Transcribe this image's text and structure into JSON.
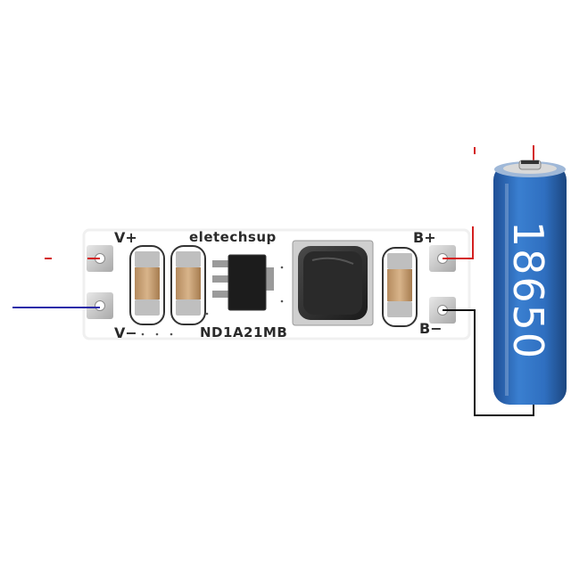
{
  "board": {
    "label_vplus": "V+",
    "label_vminus": "V−",
    "brand": "eletechsup",
    "model": "ND1A21MB",
    "label_bplus": "B+",
    "label_bminus": "B−"
  },
  "battery": {
    "label": "18650",
    "color": "#2f6fc0"
  },
  "wires": {
    "positive_color": "#d42020",
    "negative_color": "#2a2aa8",
    "battery_negative_color": "#111111"
  }
}
